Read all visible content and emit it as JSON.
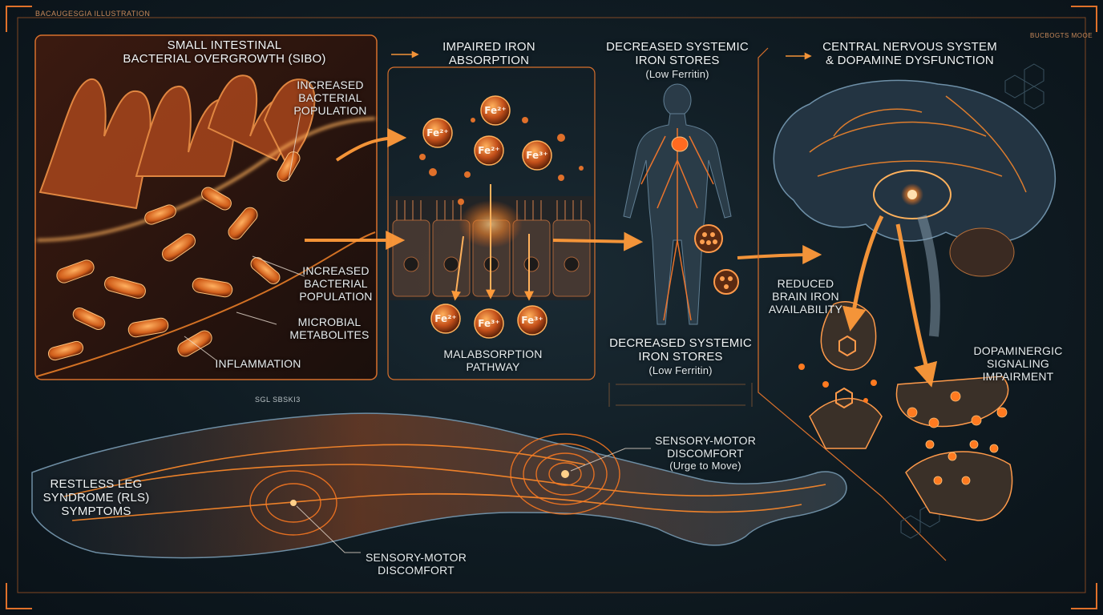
{
  "header_tag": "BACAUGESGIA ILLUSTRATION",
  "corner_tag": "BUCBOGTS MOOE",
  "panels": {
    "sibo": {
      "title_line1": "SMALL INTESTINAL",
      "title_line2": "BACTERIAL OVERGROWTH (SIBO)",
      "label_bacteria_top_l1": "INCREASED",
      "label_bacteria_top_l2": "BACTERIAL",
      "label_bacteria_top_l3": "POPULATION",
      "label_bacteria_mid_l1": "INCREASED",
      "label_bacteria_mid_l2": "BACTERIAL",
      "label_bacteria_mid_l3": "POPULATION",
      "label_metabolites_l1": "MICROBIAL",
      "label_metabolites_l2": "METABOLITES",
      "label_inflammation": "INFLAMMATION",
      "footnote": "SGL SBSKI3"
    },
    "absorption": {
      "title_line1": "IMPAIRED IRON",
      "title_line2": "ABSORPTION",
      "ions": [
        "Fe²⁺",
        "Fe²⁺",
        "Fe²⁺",
        "Fe³⁺",
        "Fe²⁺",
        "Fe³⁺",
        "Fe³⁺"
      ],
      "pathway_line1": "MALABSORPTION",
      "pathway_line2": "PATHWAY"
    },
    "iron_stores": {
      "title_line1": "DECREASED SYSTEMIC",
      "title_line2": "IRON STORES",
      "title_line3": "(Low Ferritin)",
      "lower_line1": "DECREASED SYSTEMIC",
      "lower_line2": "IRON STORES",
      "lower_line3": "(Low Ferritin)"
    },
    "cns": {
      "title_line1": "CENTRAL NERVOUS SYSTEM",
      "title_line2": "& DOPAMINE DYSFUNCTION",
      "brain_iron_l1": "REDUCED",
      "brain_iron_l2": "BRAIN IRON",
      "brain_iron_l3": "AVAILABILITY",
      "dopamine_l1": "DOPAMINERGIC",
      "dopamine_l2": "SIGNALING",
      "dopamine_l3": "IMPAIRMENT"
    },
    "rls": {
      "title_line1": "RESTLESS LEG",
      "title_line2": "SYNDROME (RLS)",
      "title_line3": "SYMPTOMS",
      "sensory_top_l1": "SENSORY-MOTOR",
      "sensory_top_l2": "DISCOMFORT",
      "sensory_top_l3": "(Urge to Move)",
      "sensory_bottom_l1": "SENSORY-MOTOR",
      "sensory_bottom_l2": "DISCOMFORT"
    }
  },
  "colors": {
    "accent": "#ff8a2a",
    "accent_glow": "#ffb15c",
    "frame": "#e0712a",
    "background": "#0f1b22"
  }
}
